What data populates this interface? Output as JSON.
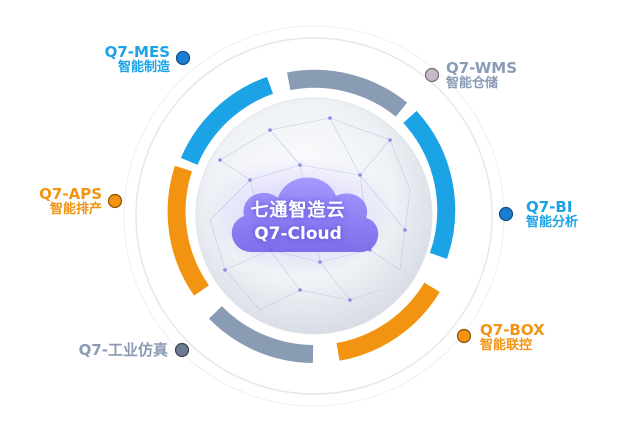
{
  "modules": [
    {
      "id": "mes",
      "code": "Q7-MES",
      "name": "智能制造",
      "color": "#1ba3e6",
      "dot_fill": "#1a7fd0"
    },
    {
      "id": "wms",
      "code": "Q7-WMS",
      "name": "智能仓储",
      "color": "#8a9bb4",
      "dot_fill": "#c9b8c8"
    },
    {
      "id": "aps",
      "code": "Q7-APS",
      "name": "智能排产",
      "color": "#f29412",
      "dot_fill": "#f29412"
    },
    {
      "id": "bi",
      "code": "Q7-BI",
      "name": "智能分析",
      "color": "#1ba3e6",
      "dot_fill": "#1a7fd0"
    },
    {
      "id": "sim",
      "code": "Q7-工业仿真",
      "name": "",
      "color": "#8a9bb4",
      "dot_fill": "#6b7a90"
    },
    {
      "id": "box",
      "code": "Q7-BOX",
      "name": "智能联控",
      "color": "#f29412",
      "dot_fill": "#f29412"
    }
  ],
  "center": {
    "title_cn": "七通智造云",
    "title_en": "Q7-Cloud"
  },
  "colors": {
    "blue": "#1ba3e6",
    "orange": "#f29412",
    "gray": "#8a9bb4",
    "cloud": "#7b6ff0"
  }
}
